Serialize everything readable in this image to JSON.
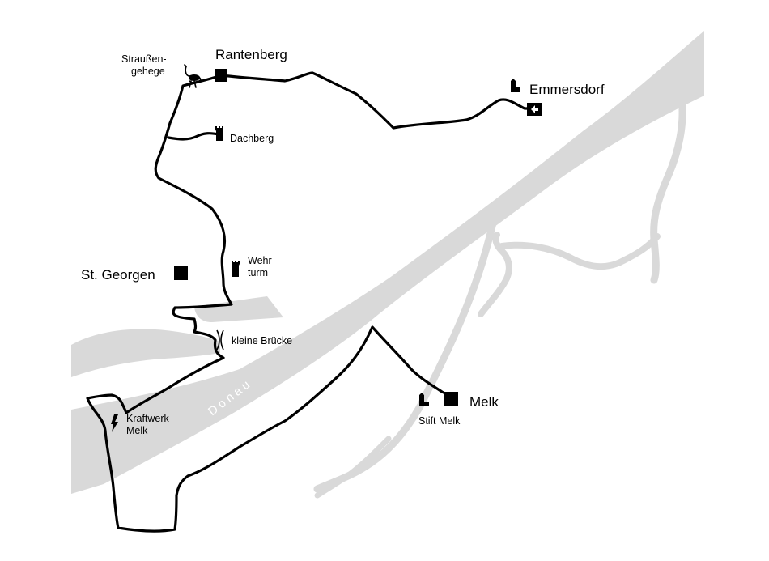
{
  "places": {
    "rantenberg": "Rantenberg",
    "emmersdorf": "Emmersdorf",
    "st_georgen": "St. Georgen",
    "melk": "Melk"
  },
  "poi": {
    "strauss_line1": "Straußen-",
    "strauss_line2": "gehege",
    "dachberg": "Dachberg",
    "wehr_line1": "Wehr-",
    "wehr_line2": "turm",
    "bruecke": "kleine Brücke",
    "kraft_line1": "Kraftwerk",
    "kraft_line2": "Melk",
    "stift": "Stift Melk"
  },
  "river": "Donau",
  "colors": {
    "water": "#d9d9d9",
    "route": "#000000",
    "marker": "#000000"
  },
  "icons": [
    "ostrich-icon",
    "tower-icon",
    "church-icon",
    "bridge-icon",
    "power-plant-icon",
    "arrow-sign-icon",
    "town-square-icon"
  ]
}
